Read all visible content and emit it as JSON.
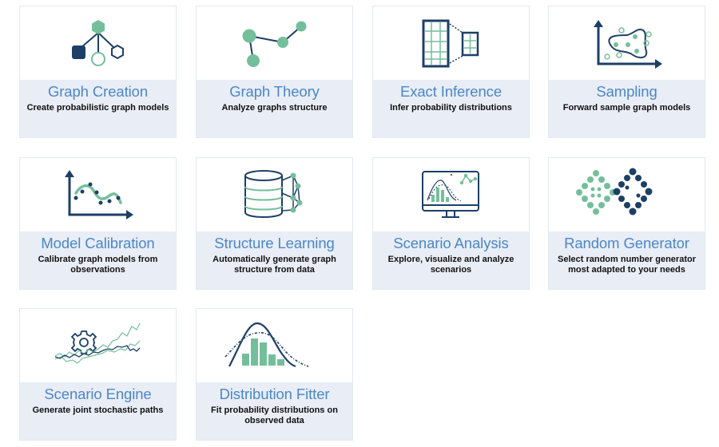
{
  "colors": {
    "navy": "#1d3f66",
    "green": "#74bf9b",
    "title": "#4b87c6",
    "panel": "#e9edf6"
  },
  "cards": [
    {
      "title": "Graph Creation",
      "desc": "Create probabilistic graph models",
      "icon": "graph-creation-icon"
    },
    {
      "title": "Graph Theory",
      "desc": "Analyze graphs structure",
      "icon": "graph-theory-icon"
    },
    {
      "title": "Exact Inference",
      "desc": "Infer probability distributions",
      "icon": "exact-inference-icon"
    },
    {
      "title": "Sampling",
      "desc": "Forward sample graph models",
      "icon": "sampling-icon"
    },
    {
      "title": "Model Calibration",
      "desc": "Calibrate graph models from observations",
      "icon": "model-calibration-icon"
    },
    {
      "title": "Structure Learning",
      "desc": "Automatically generate graph structure from data",
      "icon": "structure-learning-icon"
    },
    {
      "title": "Scenario Analysis",
      "desc": "Explore, visualize and analyze scenarios",
      "icon": "scenario-analysis-icon"
    },
    {
      "title": "Random Generator",
      "desc": "Select random number generator most adapted to your needs",
      "icon": "random-generator-icon"
    },
    {
      "title": "Scenario Engine",
      "desc": "Generate joint stochastic paths",
      "icon": "scenario-engine-icon"
    },
    {
      "title": "Distribution Fitter",
      "desc": "Fit probability distributions on observed data",
      "icon": "distribution-fitter-icon"
    }
  ]
}
